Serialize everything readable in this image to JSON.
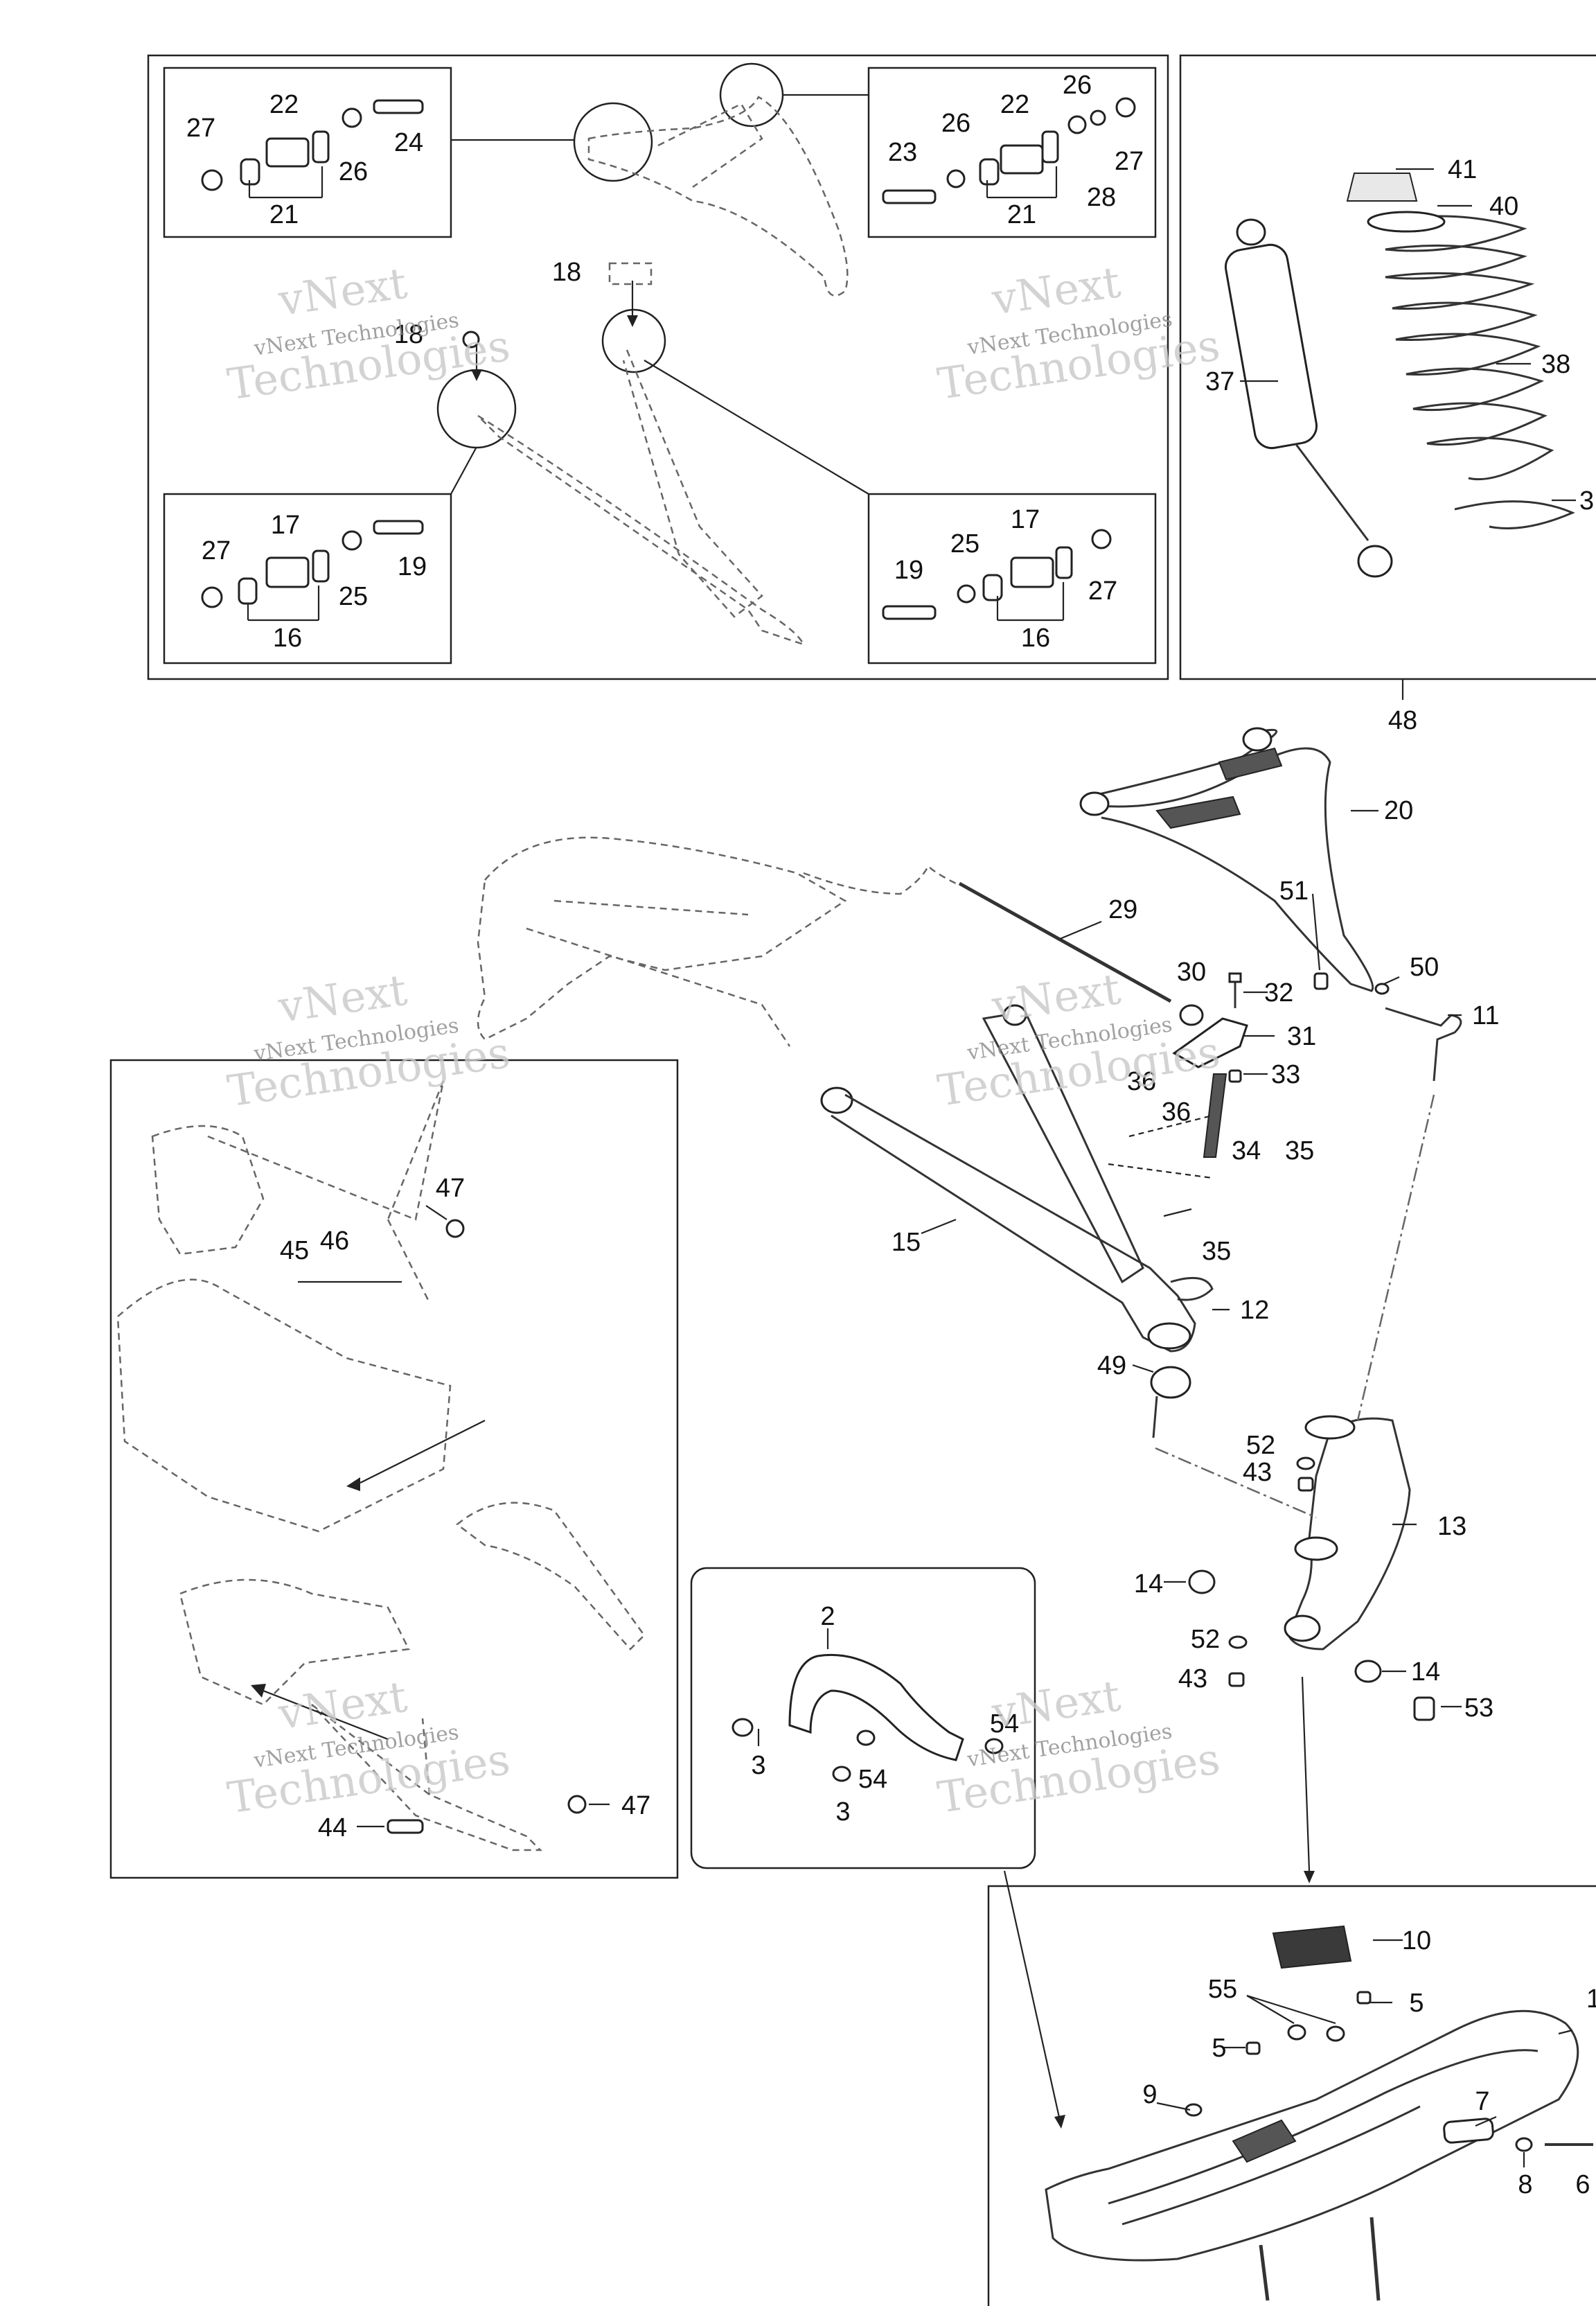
{
  "callouts": {
    "c27a": "27",
    "c22a": "22",
    "c24": "24",
    "c26a": "26",
    "c21a": "21",
    "c23": "23",
    "c26b": "26",
    "c22b": "22",
    "c26c": "26",
    "c27b": "27",
    "c28": "28",
    "c21b": "21",
    "c18": "18",
    "c18b": "18",
    "c27c": "27",
    "c17a": "17",
    "c19a": "19",
    "c25a": "25",
    "c16a": "16",
    "c19b": "19",
    "c25b": "25",
    "c17b": "17",
    "c27d": "27",
    "c16b": "16",
    "c41": "41",
    "c40": "40",
    "c38": "38",
    "c37": "37",
    "c39": "3",
    "c48": "48",
    "c20": "20",
    "c29": "29",
    "c51": "51",
    "c30": "30",
    "c32": "32",
    "c50": "50",
    "c11": "11",
    "c31": "31",
    "c33": "33",
    "c36a": "36",
    "c36b": "36",
    "c34": "34",
    "c35a": "35",
    "c35b": "35",
    "c15": "15",
    "c12": "12",
    "c49": "49",
    "c47a": "47",
    "c45": "45",
    "c46": "46",
    "c47b": "47",
    "c44": "44",
    "c52a": "52",
    "c43a": "43",
    "c13": "13",
    "c14a": "14",
    "c52b": "52",
    "c43b": "43",
    "c14b": "14",
    "c53": "53",
    "c2": "2",
    "c54a": "54",
    "c3a": "3",
    "c54b": "54",
    "c3b": "3",
    "c10": "10",
    "c55": "55",
    "c5a": "5",
    "c5b": "5",
    "c1": "1",
    "c9": "9",
    "c7": "7",
    "c8": "8",
    "c6": "6"
  },
  "watermark": {
    "line1": "vNext",
    "line2": "vNext Technologies",
    "line3": "Technologies"
  }
}
